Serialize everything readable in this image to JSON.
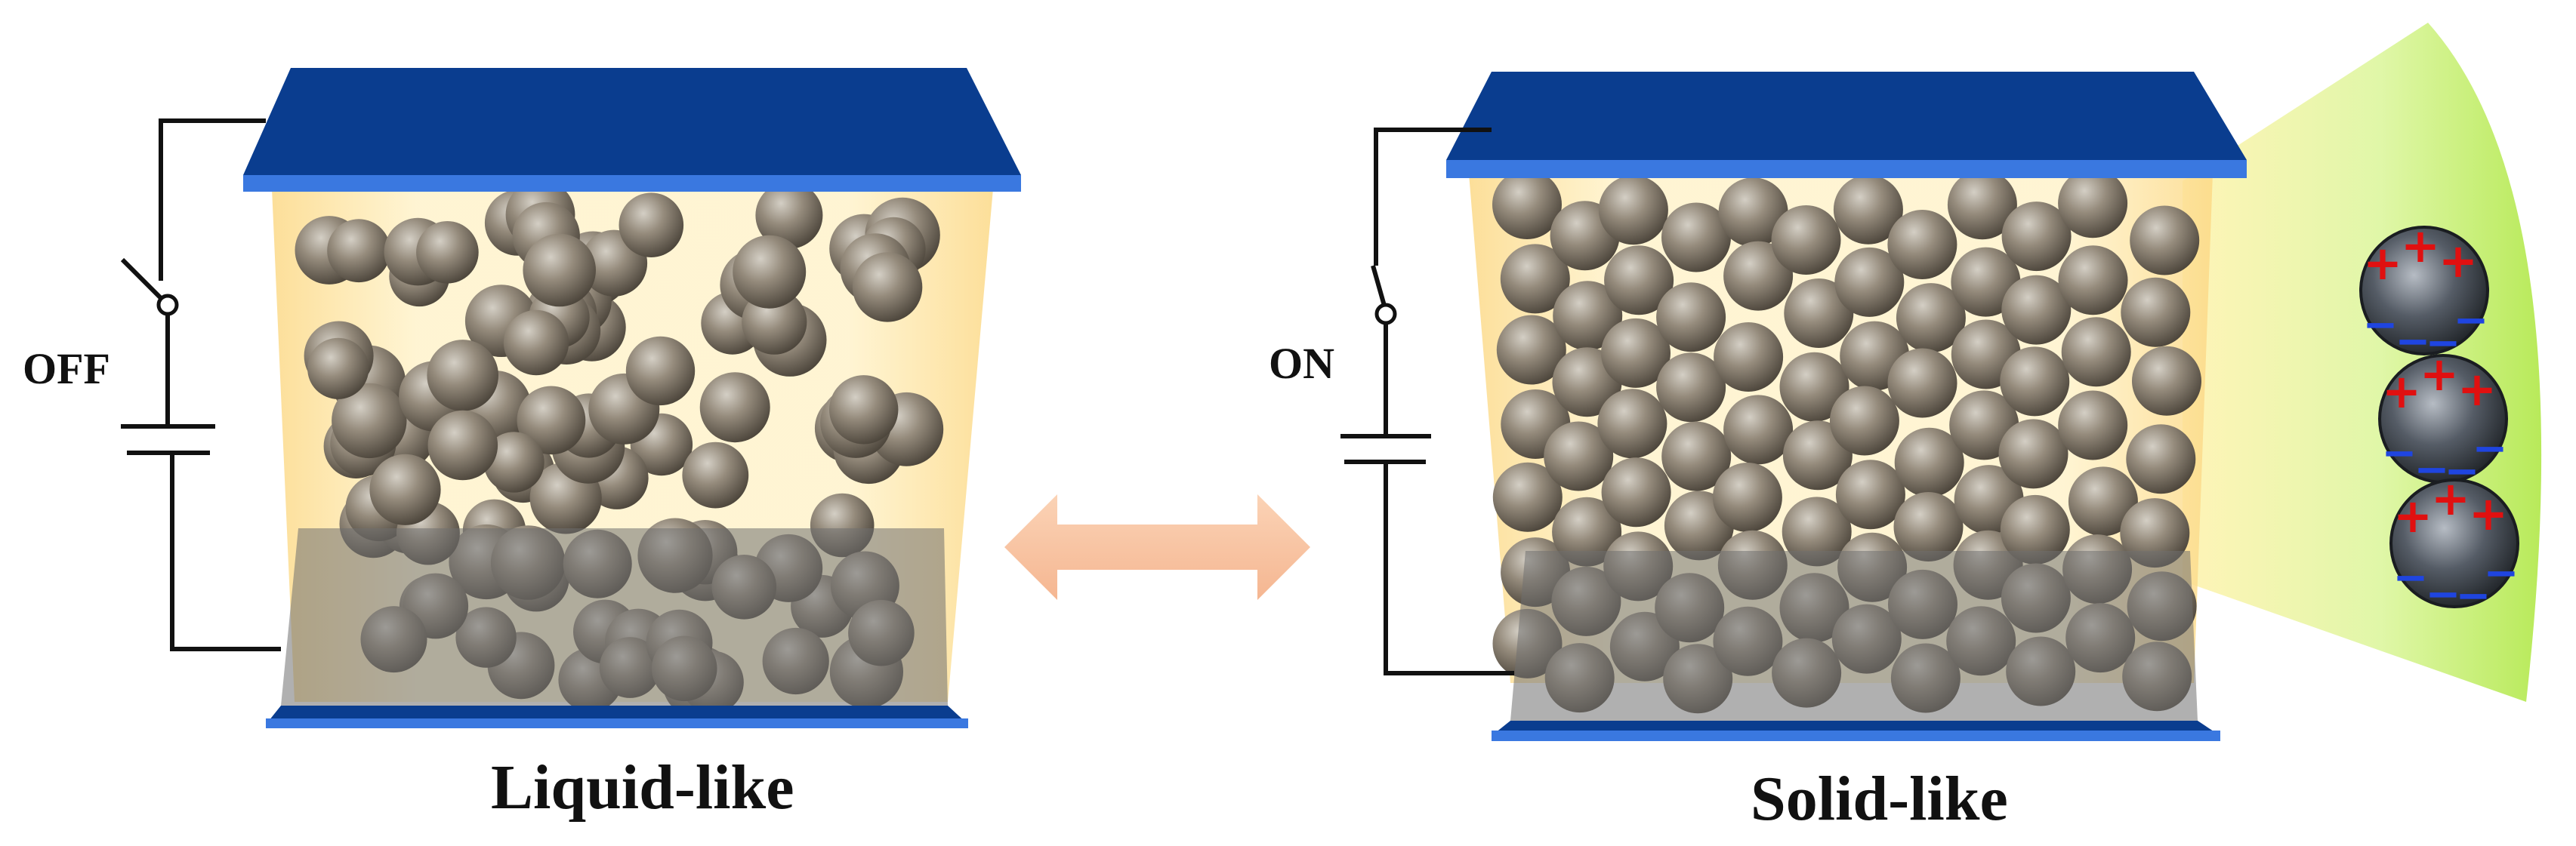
{
  "left_panel": {
    "caption": "Liquid-like",
    "switch_label": "OFF"
  },
  "right_panel": {
    "caption": "Solid-like",
    "switch_label": "ON"
  },
  "inset": {
    "charges_positive": "+",
    "charges_negative": "−",
    "particle_count": 3
  },
  "colors": {
    "electrode_top": "#0a3d8f",
    "electrode_edge": "#3a78e0",
    "fluid": "#fde9a6",
    "particle": "#8c8274",
    "arrow": "#f9c8a6",
    "cone": "#d7f5a0",
    "plus": "#e01010",
    "minus": "#1f45e0",
    "wire": "#111111"
  }
}
